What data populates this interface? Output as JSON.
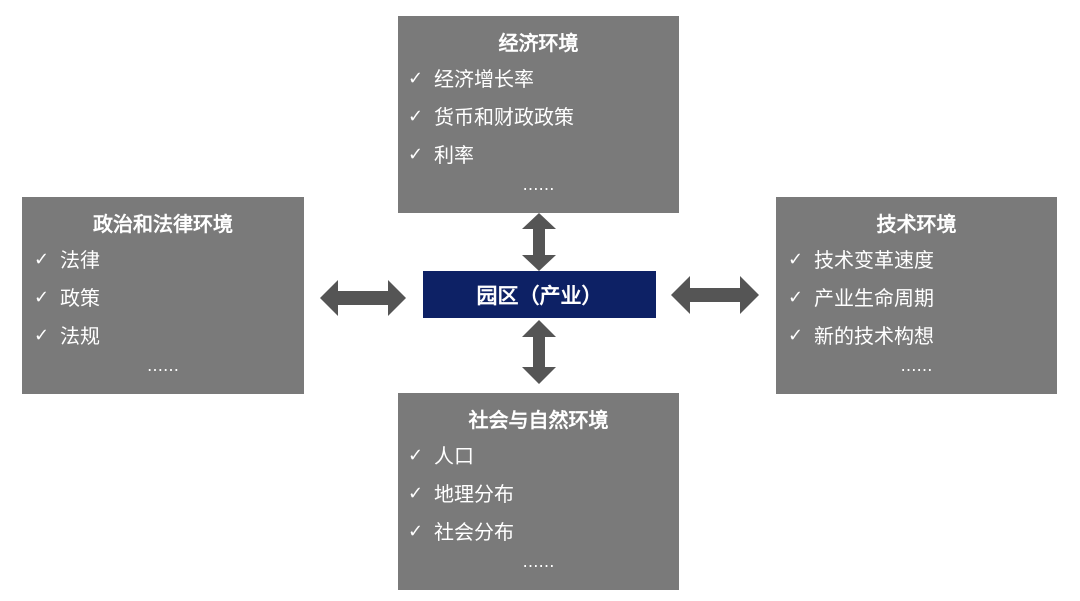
{
  "center": {
    "label": "园区（产业）",
    "color": "#0d2165"
  },
  "panel_color": "#7a7a7a",
  "arrow_color": "#555555",
  "panels": {
    "top": {
      "title": "经济环境",
      "items": [
        "经济增长率",
        "货币和财政政策",
        "利率"
      ],
      "more": "……"
    },
    "left": {
      "title": "政治和法律环境",
      "items": [
        "法律",
        "政策",
        "法规"
      ],
      "more": "……"
    },
    "right": {
      "title": "技术环境",
      "items": [
        "技术变革速度",
        "产业生命周期",
        "新的技术构想"
      ],
      "more": "……"
    },
    "bottom": {
      "title": "社会与自然环境",
      "items": [
        "人口",
        "地理分布",
        "社会分布"
      ],
      "more": "……"
    }
  },
  "check_mark": "✓"
}
